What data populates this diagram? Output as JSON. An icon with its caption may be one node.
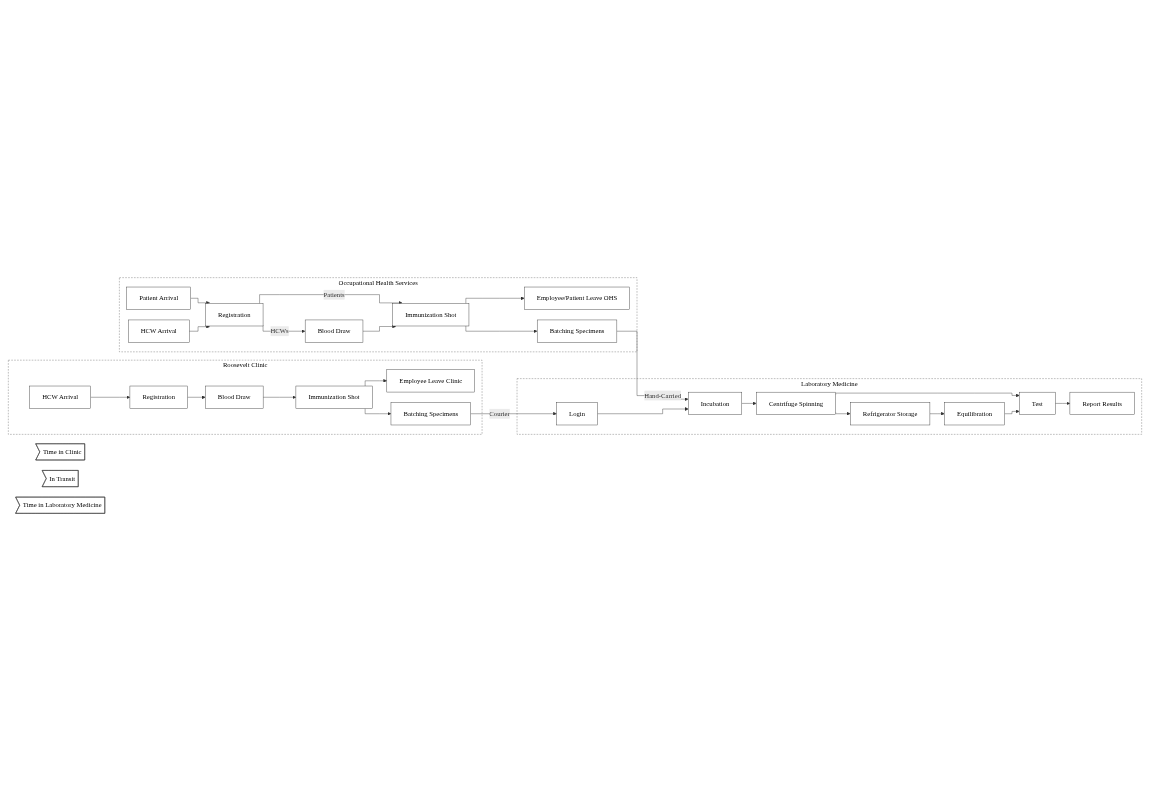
{
  "diagram": {
    "nodes": [
      {
        "text": [
          "Occupational Health Services"
        ]
      },
      {
        "text": [
          "Patient Arrival"
        ],
        "in": 0
      },
      {
        "text": [
          "HCW Arrival"
        ],
        "in": 0
      },
      {
        "text": [
          "Registration"
        ],
        "in": 0
      },
      {
        "text": [
          "Blood Draw"
        ],
        "in": 0
      },
      {
        "text": [
          "Employee/Patient Leave OHS"
        ],
        "in": 0
      },
      {
        "text": [
          "Immunization Shot"
        ],
        "in": 0
      },
      {
        "text": [
          "Batching Specimens"
        ],
        "in": 0
      },
      {
        "text": [
          "Laboratory Medicine"
        ]
      },
      {
        "text": [
          "Incubation"
        ],
        "in": 8
      },
      {
        "text": [
          "Centrifuge Spinning"
        ],
        "in": 8
      },
      {
        "text": [
          "Refrigerator Storage"
        ],
        "in": 8
      },
      {
        "text": [
          "Equilibration"
        ],
        "in": 8
      },
      {
        "text": [
          "Test"
        ],
        "in": 8
      },
      {
        "text": [
          "Report Results"
        ],
        "in": 8
      },
      {
        "text": [
          "Login"
        ],
        "in": 8
      },
      {
        "text": [
          "Roosevelt Clinic"
        ]
      },
      {
        "text": [
          "HCW Arrival"
        ],
        "in": 16
      },
      {
        "text": [
          "Registration"
        ],
        "in": 16
      },
      {
        "text": [
          "Blood Draw"
        ],
        "in": 16
      },
      {
        "text": [
          "Employee Leave Clinic"
        ],
        "in": 16
      },
      {
        "text": [
          "Immunization Shot"
        ],
        "in": 16
      },
      {
        "text": [
          "Batching Specimens"
        ],
        "in": 16
      },
      {
        "text": [
          "Time in Clinic"
        ]
      },
      {
        "text": [
          "In Transit"
        ]
      },
      {
        "text": [
          "Time in Laboratory Medicine"
        ]
      }
    ],
    "edges": [
      {
        "from": 1,
        "to": 3,
        "arrow": "to"
      },
      {
        "from": 2,
        "to": 3,
        "arrow": "to"
      },
      {
        "from": 3,
        "to": 4,
        "arrow": "to",
        "label": "HCWs"
      },
      {
        "from": 3,
        "to": 6,
        "arrow": "to",
        "label": "Patients"
      },
      {
        "from": 4,
        "to": 6,
        "arrow": "to"
      },
      {
        "from": 6,
        "to": 5,
        "arrow": "to"
      },
      {
        "from": 6,
        "to": 7,
        "arrow": "to"
      },
      {
        "from": 7,
        "to": 9,
        "arrow": "to",
        "label": "Hand-Carried"
      },
      {
        "from": 15,
        "to": 9,
        "arrow": "to"
      },
      {
        "from": 9,
        "to": 10,
        "arrow": "to"
      },
      {
        "from": 10,
        "to": 11,
        "arrow": "to"
      },
      {
        "from": 10,
        "to": 13,
        "arrow": "to"
      },
      {
        "from": 11,
        "to": 12,
        "arrow": "to"
      },
      {
        "from": 12,
        "to": 13,
        "arrow": "to"
      },
      {
        "from": 13,
        "to": 14,
        "arrow": "to"
      },
      {
        "from": 17,
        "to": 18,
        "arrow": "to"
      },
      {
        "from": 18,
        "to": 19,
        "arrow": "to"
      },
      {
        "from": 19,
        "to": 21,
        "arrow": "to"
      },
      {
        "from": 21,
        "to": 20,
        "arrow": "to"
      },
      {
        "from": 21,
        "to": 22,
        "arrow": "to"
      },
      {
        "from": 22,
        "to": 15,
        "arrow": "to",
        "label": "Courier"
      }
    ]
  }
}
